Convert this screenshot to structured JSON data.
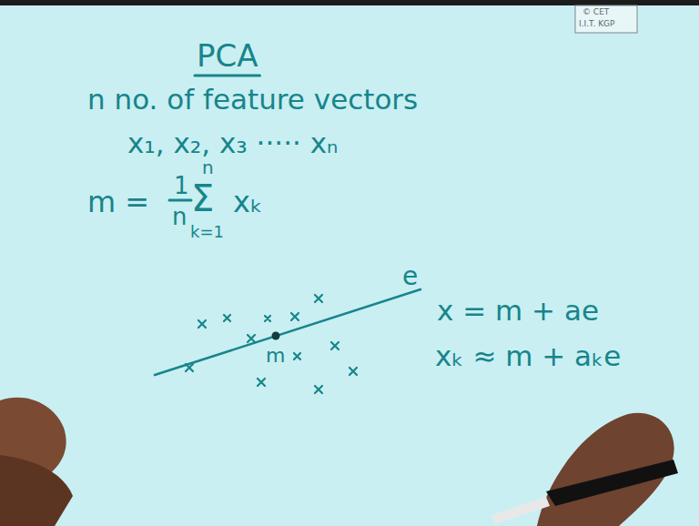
{
  "diagram": {
    "labels": [
      "© CET",
      "I.I.T. KGP",
      "PCA",
      "n no. of feature vectors",
      "x₁, x₂, x₃ ····· xₙ",
      "m =",
      "1",
      "n",
      "n",
      "Σ",
      "k=1",
      "xₖ",
      "e",
      "m",
      "x = m + ae",
      "xₖ ≈ m + aₖe"
    ]
  }
}
